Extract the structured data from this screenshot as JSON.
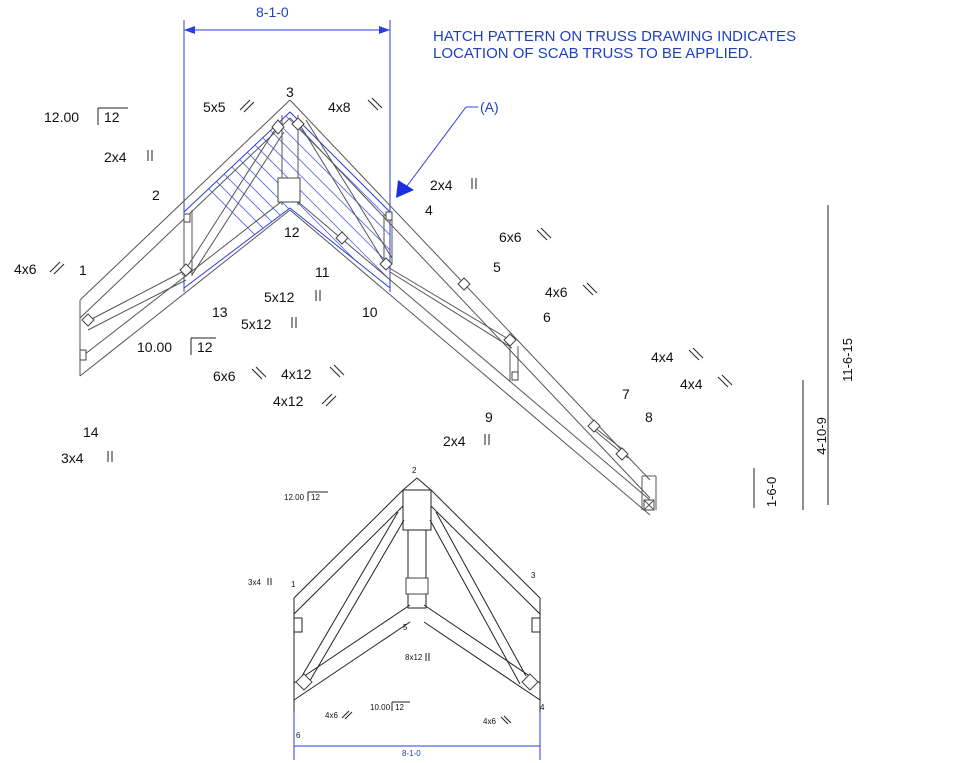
{
  "note": {
    "line1": "HATCH PATTERN ON TRUSS DRAWING INDICATES",
    "line2": "LOCATION OF SCAB TRUSS TO BE APPLIED."
  },
  "callout": "(A)",
  "main_truss": {
    "top_dimension": "8-1-0",
    "top_pitch": "12.00",
    "top_pitch_base": "12",
    "bottom_pitch": "10.00",
    "bottom_pitch_base": "12",
    "joints": [
      "1",
      "2",
      "3",
      "4",
      "5",
      "6",
      "7",
      "8",
      "9",
      "10",
      "11",
      "12",
      "13",
      "14"
    ],
    "plates": {
      "p_4x6": "4x6",
      "p_2x4_a": "2x4",
      "p_5x5": "5x5",
      "p_4x8": "4x8",
      "p_2x4_b": "2x4",
      "p_6x6_a": "6x6",
      "p_4x6_b": "4x6",
      "p_4x4_a": "4x4",
      "p_4x4_b": "4x4",
      "p_5x12_a": "5x12",
      "p_5x12_b": "5x12",
      "p_6x6_b": "6x6",
      "p_4x12_a": "4x12",
      "p_4x12_b": "4x12",
      "p_2x4_c": "2x4",
      "p_3x4": "3x4"
    },
    "height_dims": [
      "11-6-15",
      "4-10-9",
      "1-6-0"
    ]
  },
  "scab_truss": {
    "top_pitch": "12.00",
    "top_pitch_base": "12",
    "bottom_pitch": "10.00",
    "bottom_pitch_base": "12",
    "joints": [
      "1",
      "2",
      "3",
      "4",
      "5",
      "6"
    ],
    "plates": {
      "p_3x4": "3x4",
      "p_8x12": "8x12",
      "p_4x6_a": "4x6",
      "p_4x6_b": "4x6"
    },
    "bottom_dimension": "8-1-0"
  }
}
